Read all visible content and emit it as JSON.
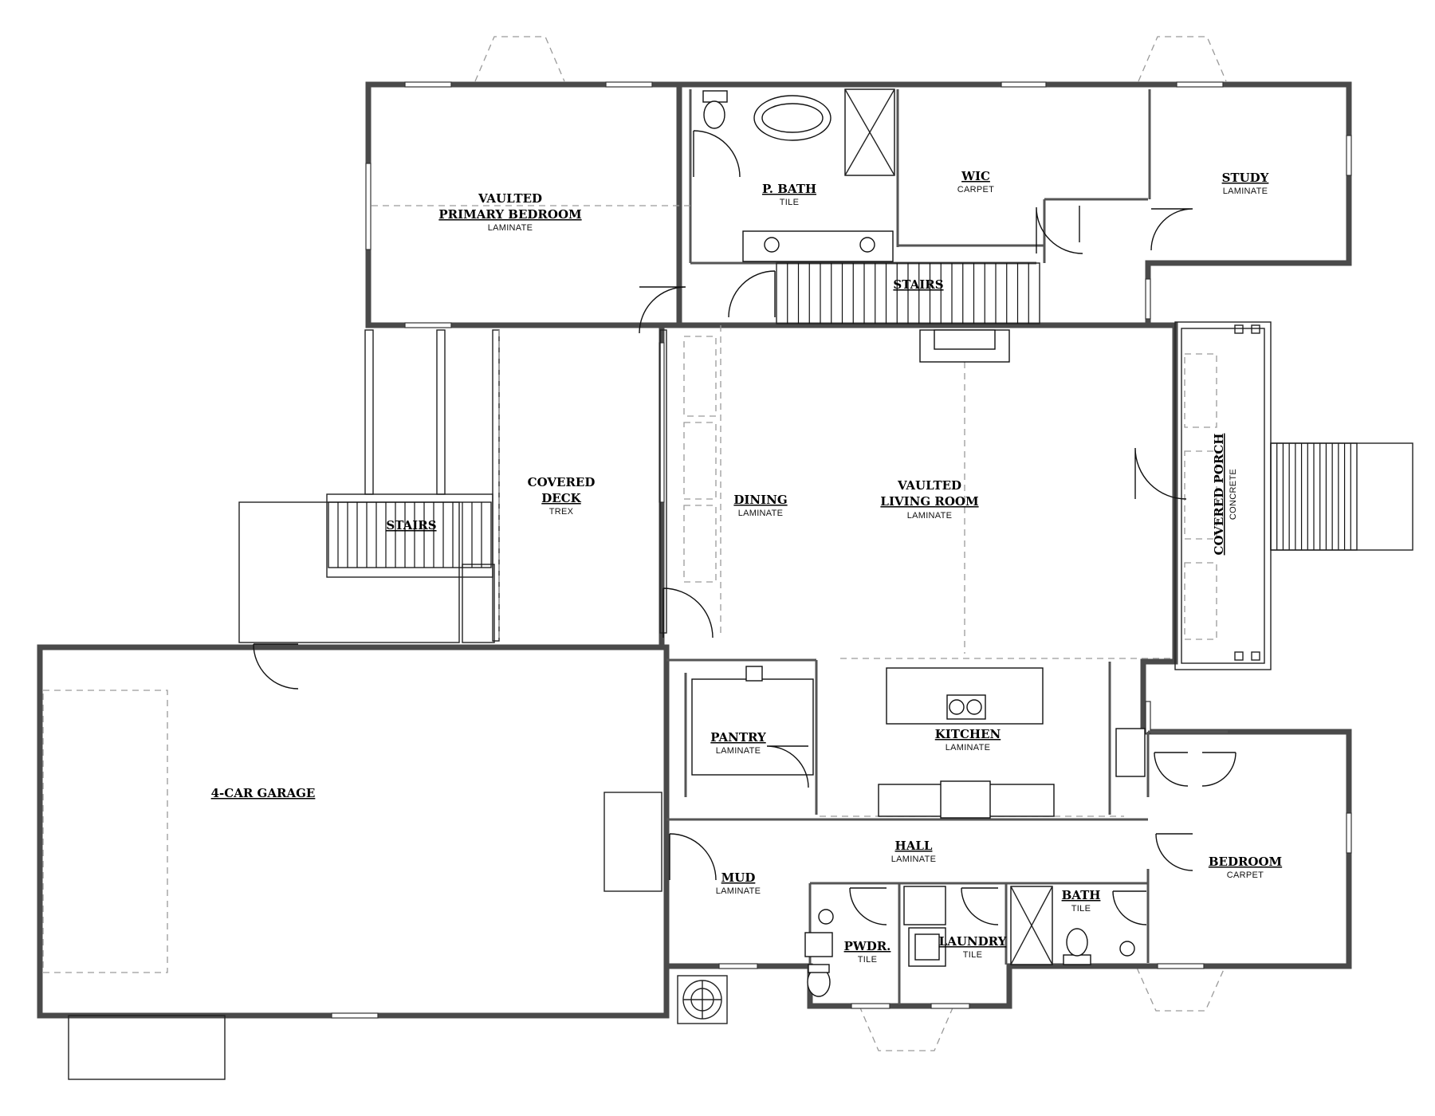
{
  "plan": {
    "rooms": [
      {
        "key": "primary_bedroom",
        "lines": [
          "VAULTED",
          "PRIMARY BEDROOM"
        ],
        "finish": "LAMINATE"
      },
      {
        "key": "p_bath",
        "lines": [
          "P. BATH"
        ],
        "finish": "TILE"
      },
      {
        "key": "wic",
        "lines": [
          "WIC"
        ],
        "finish": "CARPET"
      },
      {
        "key": "study",
        "lines": [
          "STUDY"
        ],
        "finish": "LAMINATE"
      },
      {
        "key": "stairs_upper",
        "lines": [
          "STAIRS"
        ],
        "finish": ""
      },
      {
        "key": "covered_deck",
        "lines": [
          "COVERED",
          "DECK"
        ],
        "finish": "TREX"
      },
      {
        "key": "stairs_deck",
        "lines": [
          "STAIRS"
        ],
        "finish": ""
      },
      {
        "key": "dining",
        "lines": [
          "DINING"
        ],
        "finish": "LAMINATE"
      },
      {
        "key": "living_room",
        "lines": [
          "VAULTED",
          "LIVING ROOM"
        ],
        "finish": "LAMINATE"
      },
      {
        "key": "covered_porch",
        "lines": [
          "COVERED PORCH"
        ],
        "finish": "CONCRETE"
      },
      {
        "key": "pantry",
        "lines": [
          "PANTRY"
        ],
        "finish": "LAMINATE"
      },
      {
        "key": "kitchen",
        "lines": [
          "KITCHEN"
        ],
        "finish": "LAMINATE"
      },
      {
        "key": "garage",
        "lines": [
          "4-CAR GARAGE"
        ],
        "finish": ""
      },
      {
        "key": "hall",
        "lines": [
          "HALL"
        ],
        "finish": "LAMINATE"
      },
      {
        "key": "mud",
        "lines": [
          "MUD"
        ],
        "finish": "LAMINATE"
      },
      {
        "key": "pwdr",
        "lines": [
          "PWDR."
        ],
        "finish": "TILE"
      },
      {
        "key": "laundry",
        "lines": [
          "LAUNDRY"
        ],
        "finish": "TILE"
      },
      {
        "key": "bath",
        "lines": [
          "BATH"
        ],
        "finish": "TILE"
      },
      {
        "key": "bedroom",
        "lines": [
          "BEDROOM"
        ],
        "finish": "CARPET"
      }
    ]
  }
}
